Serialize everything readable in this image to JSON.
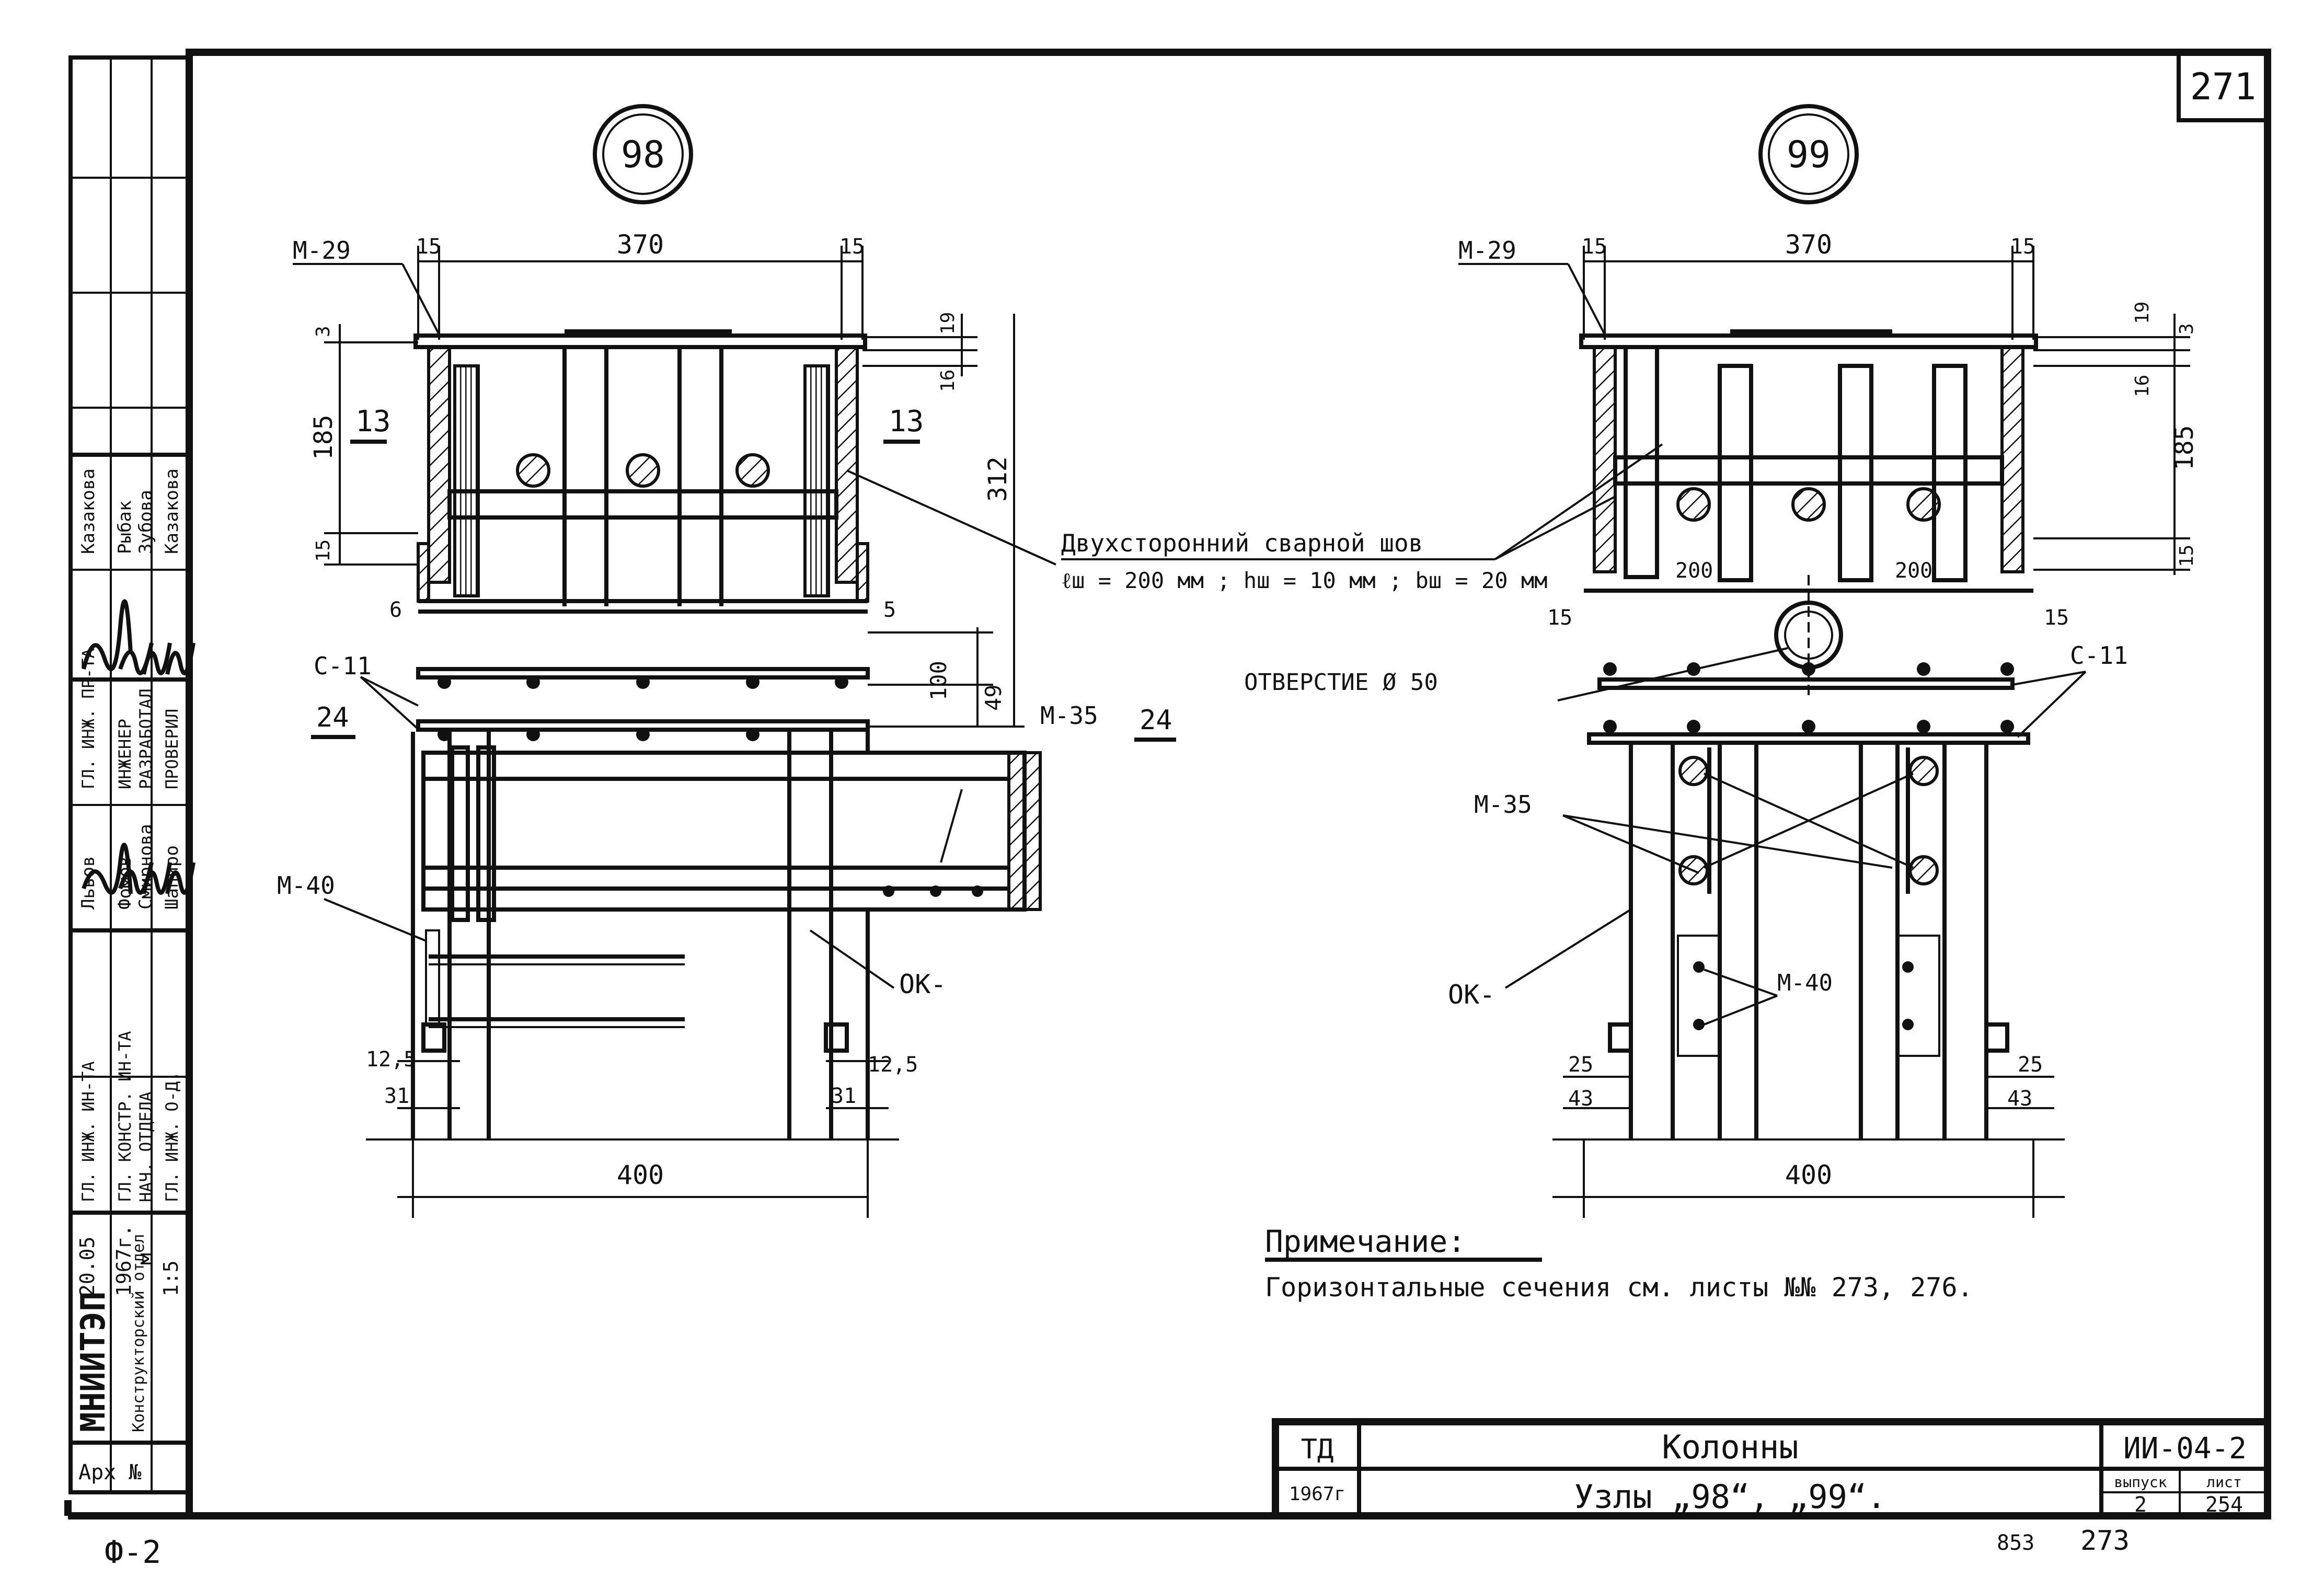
{
  "sheet": {
    "page_number": "271",
    "bottom_left_code": "Ф-2",
    "bottom_note_1": "853",
    "bottom_note_2": "273"
  },
  "node_98": {
    "label": "98",
    "dims": {
      "top_width": "370",
      "left_gap": "15",
      "right_gap": "15",
      "top_plate": "3",
      "right_19": "19",
      "right_16": "16",
      "height_185": "185",
      "height_312": "312",
      "left_15": "15",
      "left_6": "6",
      "right_5": "5",
      "h100": "100",
      "h49": "49",
      "bottom_width": "400",
      "left_12_5": "12,5",
      "right_12_5": "12,5",
      "left_31": "31",
      "right_31": "31"
    },
    "tags": {
      "m29": "М-29",
      "c11": "С-11",
      "m35": "М-35",
      "m40": "М-40",
      "ok": "ОК-",
      "sec13_left": "13",
      "sec13_right": "13",
      "sec24_left": "24",
      "sec24_right": "24"
    }
  },
  "node_99": {
    "label": "99",
    "dims": {
      "top_width": "370",
      "left_gap": "15",
      "right_gap": "15",
      "right_19": "19",
      "right_3": "3",
      "right_16": "16",
      "height_185": "185",
      "right_15": "15",
      "w200_left": "200",
      "w200_right": "200",
      "left_15b": "15",
      "right_15b": "15",
      "left_25": "25",
      "left_43": "43",
      "right_25": "25",
      "right_43": "43",
      "bottom_width": "400"
    },
    "tags": {
      "m29": "М-29",
      "c11": "С-11",
      "m35": "М-35",
      "m40": "М-40",
      "ok": "ОК-",
      "hole": "ОТВЕРСТИЕ Ø 50"
    }
  },
  "weld_note": {
    "title": "Двухсторонний сварной шов",
    "params": "ℓш = 200 мм ; hш = 10 мм ; bш = 20 мм"
  },
  "note": {
    "heading": "Примечание:",
    "text": "Горизонтальные сечения см. листы №№ 273, 276."
  },
  "title_block": {
    "org_short": "ТД",
    "year": "1967г",
    "title": "Колонны",
    "subtitle": "Узлы „98“, „99“.",
    "code": "ИИ-04-2",
    "issue_label": "выпуск",
    "sheet_label": "лист",
    "issue_value": "2",
    "sheet_value": "254"
  },
  "side_stamp": {
    "institute": "МНИИТЭП",
    "arch_no": "Арх №",
    "department": "Конструкторский отдел",
    "date": "20.05",
    "date_year": "1967г.",
    "scale_label": "м",
    "scale_value": "1:5",
    "roles": [
      {
        "role": "ГЛ. ИНЖ. ИН-ТА",
        "name": "Львов"
      },
      {
        "role": "ГЛ. КОНСТР. ИН-ТА",
        "name": "Фомов"
      },
      {
        "role": "НАЧ. ОТДЕЛА",
        "name": "Смирнова"
      },
      {
        "role": "ГЛ. ИНЖ. О-Д.",
        "name": "Шапиро"
      },
      {
        "role": "ГЛ. ИНЖ. ПР-ТА",
        "name": "Казакова"
      },
      {
        "role": "ИНЖЕНЕР",
        "name": "Рыбак"
      },
      {
        "role": "РАЗРАБОТАЛ",
        "name": "Зубова"
      },
      {
        "role": "ПРОВЕРИЛ",
        "name": "Казакова"
      }
    ]
  }
}
